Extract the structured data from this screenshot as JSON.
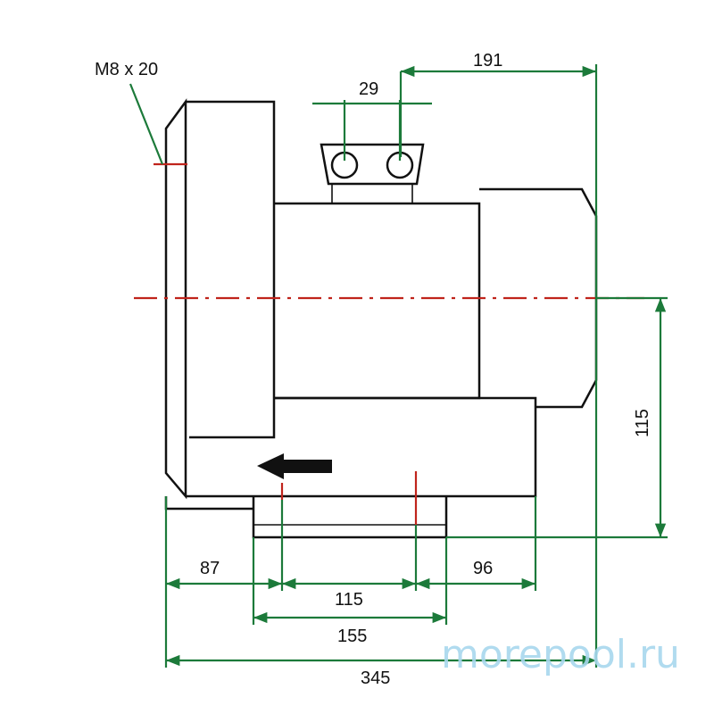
{
  "thread_label": "M8 x 20",
  "dimensions": {
    "d191": "191",
    "d29": "29",
    "d115_height": "115",
    "d87": "87",
    "d115_holes": "115",
    "d96": "96",
    "d155": "155",
    "d345": "345"
  },
  "watermark": "morepool.ru",
  "colors": {
    "dimension_lines": "#1c7a3a",
    "center_lines": "#c0241c",
    "outline": "#111111",
    "watermark": "#a8d8ee"
  }
}
